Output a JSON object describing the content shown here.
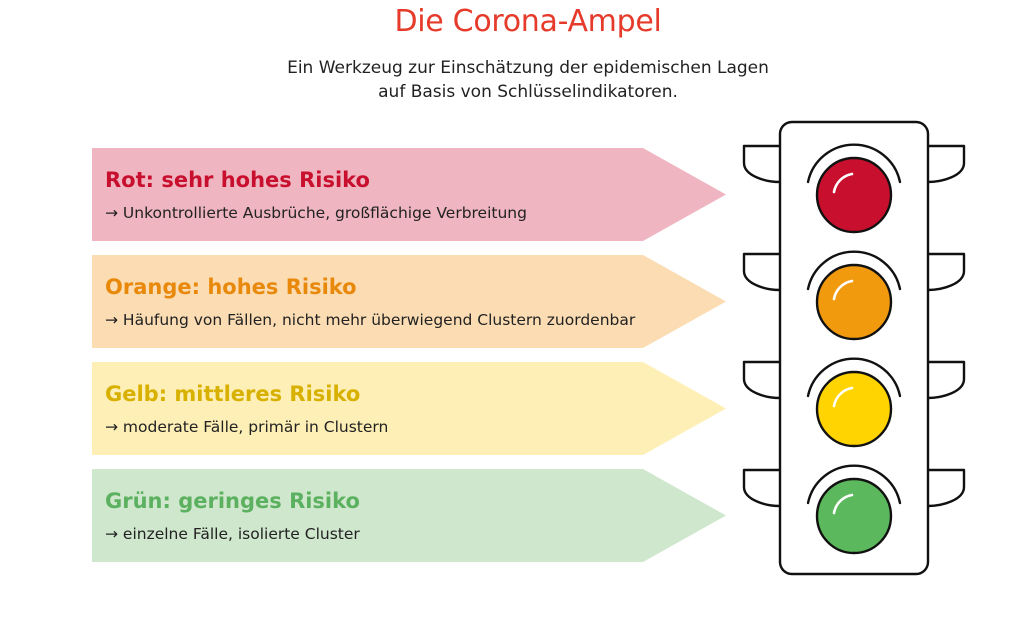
{
  "title": "Die Corona-Ampel",
  "subtitle": {
    "line1": "Ein Werkzeug zur Einschätzung der epidemischen Lagen",
    "line2": "auf Basis von Schlüsselindikatoren."
  },
  "levels": [
    {
      "label": "Rot: sehr hohes Risiko",
      "description": "→ Unkontrollierte Ausbrüche, großflächige Verbreitung",
      "text_color": "#c8102e",
      "bg_color": "#efb6c2",
      "lamp_color": "#c8102e"
    },
    {
      "label": "Orange: hohes Risiko",
      "description": "→ Häufung von Fällen, nicht mehr überwiegend Clustern zuordenbar",
      "text_color": "#e8890c",
      "bg_color": "#fbdcb3",
      "lamp_color": "#f29a0d"
    },
    {
      "label": "Gelb: mittleres Risiko",
      "description": "→ moderate Fälle, primär in Clustern",
      "text_color": "#d8b000",
      "bg_color": "#fdefb5",
      "lamp_color": "#ffd400"
    },
    {
      "label": "Grün: geringes Risiko",
      "description": "→ einzelne Fälle, isolierte Cluster",
      "text_color": "#5cb160",
      "bg_color": "#cfe7cd",
      "lamp_color": "#5cb85c"
    }
  ]
}
